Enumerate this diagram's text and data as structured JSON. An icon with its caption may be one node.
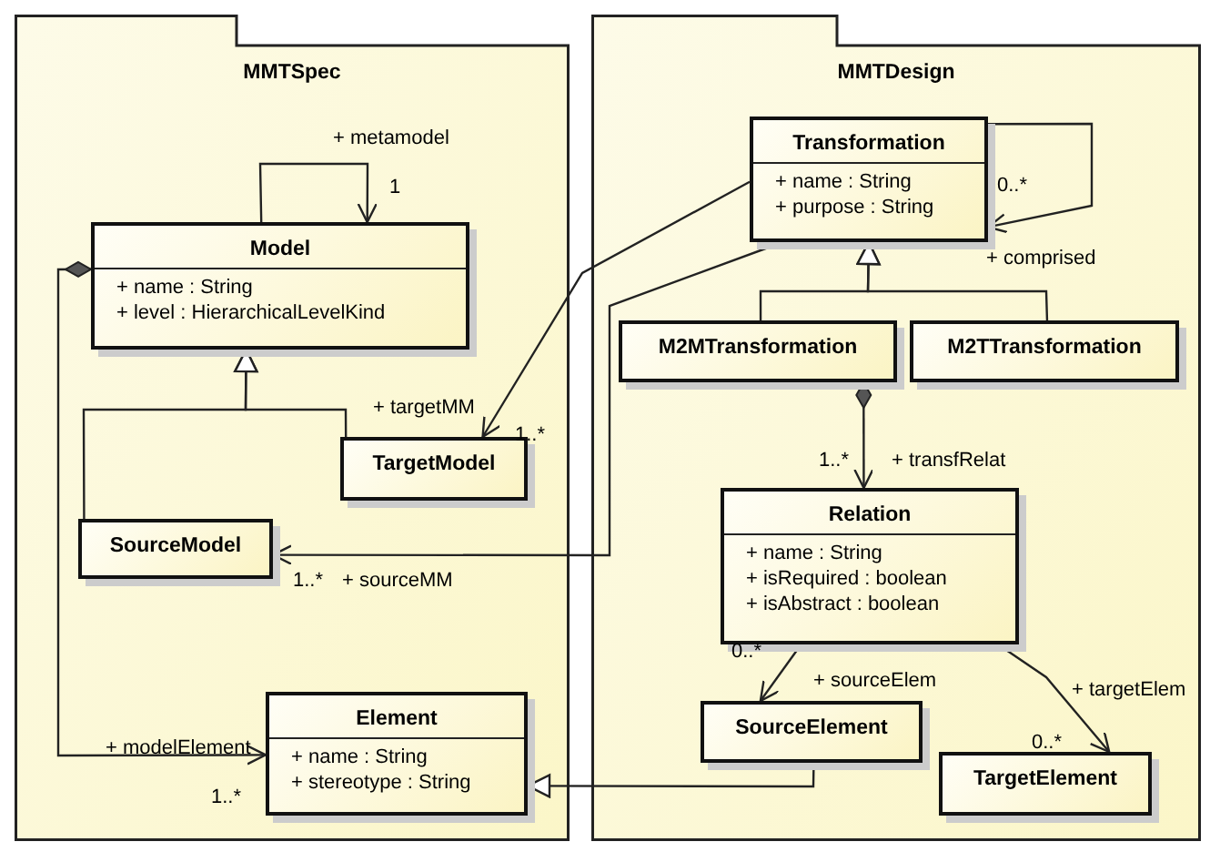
{
  "diagram": {
    "nodes": [
      {
        "text": [
          "MMTSpec"
        ]
      },
      {
        "text": [
          "MMTDesign"
        ]
      },
      {
        "text": [
          "Model",
          "+ name : String",
          "+ level : HierarchicalLevelKind"
        ],
        "in": 0
      },
      {
        "text": [
          "TargetModel"
        ],
        "in": 0
      },
      {
        "text": [
          "SourceModel"
        ],
        "in": 0
      },
      {
        "text": [
          "Element",
          "+ name : String",
          "+ stereotype : String"
        ],
        "in": 0
      },
      {
        "text": [
          "Transformation",
          "+ name : String",
          "+ purpose : String"
        ],
        "in": 1
      },
      {
        "text": [
          "M2MTransformation"
        ],
        "in": 1
      },
      {
        "text": [
          "M2TTransformation"
        ],
        "in": 1
      },
      {
        "text": [
          "Relation",
          "+ name : String",
          "+ isRequired : boolean",
          "+ isAbstract : boolean"
        ],
        "in": 1
      },
      {
        "text": [
          "SourceElement"
        ],
        "in": 1
      },
      {
        "text": [
          "TargetElement"
        ],
        "in": 1
      }
    ],
    "edges": [
      {
        "from": 2,
        "to": 2,
        "arrow": "to",
        "label": "+ metamodel"
      },
      {
        "from": 2,
        "to": 5,
        "arrow": "to",
        "label": "+ modelElement"
      },
      {
        "from": 3,
        "to": 2,
        "arrow": "to"
      },
      {
        "from": 4,
        "to": 2,
        "arrow": "to"
      },
      {
        "from": 6,
        "to": 3,
        "arrow": "to",
        "label": "+ targetMM"
      },
      {
        "from": 6,
        "to": 4,
        "arrow": "to",
        "label": "+ sourceMM"
      },
      {
        "from": 6,
        "to": 6,
        "arrow": "to",
        "label": "+ comprised"
      },
      {
        "from": 7,
        "to": 6,
        "arrow": "to"
      },
      {
        "from": 8,
        "to": 6,
        "arrow": "to"
      },
      {
        "from": 7,
        "to": 9,
        "arrow": "to",
        "label": "+ transfRelat"
      },
      {
        "from": 9,
        "to": 10,
        "arrow": "to",
        "label": "+ sourceElem"
      },
      {
        "from": 9,
        "to": 11,
        "arrow": "to",
        "label": "+ targetElem"
      },
      {
        "from": 10,
        "to": 5,
        "arrow": "to"
      }
    ],
    "labels": [
      "1",
      "0..*",
      "1..*",
      "1..*",
      "1..*",
      "0..*",
      "0..*",
      "1..*"
    ]
  }
}
